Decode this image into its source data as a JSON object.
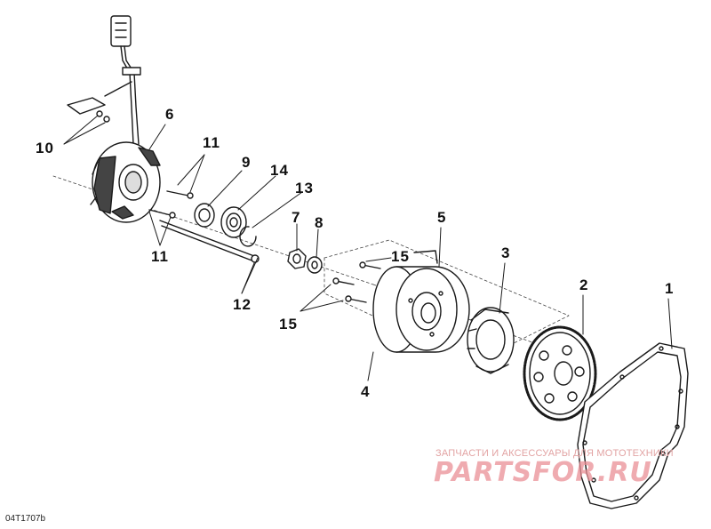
{
  "diagram": {
    "reference_code": "04T1707b",
    "callouts": {
      "c1": "1",
      "c2": "2",
      "c3": "3",
      "c4": "4",
      "c5": "5",
      "c6": "6",
      "c7": "7",
      "c8": "8",
      "c9": "9",
      "c10": "10",
      "c11_upper": "11",
      "c11_lower": "11",
      "c12": "12",
      "c13": "13",
      "c14": "14",
      "c15_upper": "15",
      "c15_lower": "15"
    }
  },
  "watermark": {
    "tagline": "ЗАПЧАСТИ И АКСЕССУАРЫ ДЛЯ МОТОТЕХНИКИ",
    "logo": "PARTSFOR.RU"
  },
  "colors": {
    "line": "#1a1a1a",
    "hatch": "#555555",
    "watermark": "#ea8f96"
  }
}
